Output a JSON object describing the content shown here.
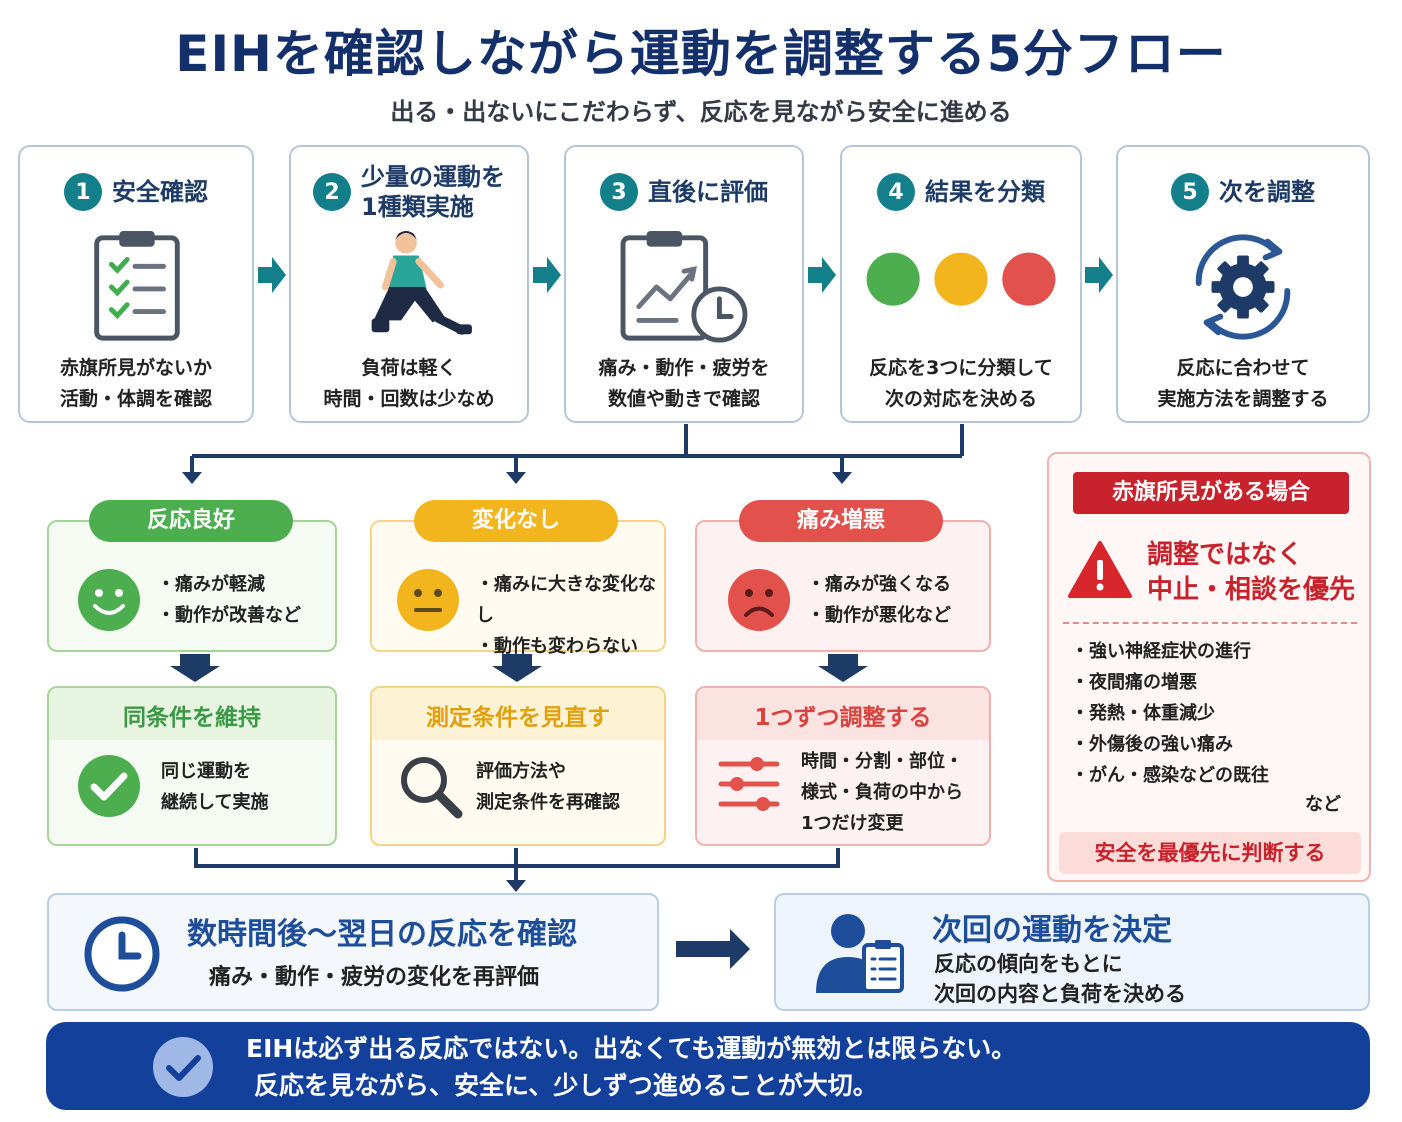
{
  "title": "EIHを確認しながら運動を調整する5分フロー",
  "subtitle": "出る・出ないにこだわらず、反応を見ながら安全に進める",
  "steps": [
    {
      "num": "1",
      "title": "安全確認",
      "desc1": "赤旗所見がないか",
      "desc2": "活動・体調を確認"
    },
    {
      "num": "2",
      "title1": "少量の運動を",
      "title2": "1種類実施",
      "desc1": "負荷は軽く",
      "desc2": "時間・回数は少なめ"
    },
    {
      "num": "3",
      "title": "直後に評価",
      "desc1": "痛み・動作・疲労を",
      "desc2": "数値や動きで確認"
    },
    {
      "num": "4",
      "title": "結果を分類",
      "desc1": "反応を3つに分類して",
      "desc2": "次の対応を決める"
    },
    {
      "num": "5",
      "title": "次を調整",
      "desc1": "反応に合わせて",
      "desc2": "実施方法を調整する"
    }
  ],
  "colors": {
    "green": "#4cae4f",
    "yellow": "#f2b51d",
    "red": "#e2514c",
    "navy": "#14306b",
    "teal": "#127f8a"
  },
  "outcomes": [
    {
      "label": "反応良好",
      "b1": "・痛みが軽減",
      "b2": "・動作が改善など",
      "face": "smile-icon",
      "action_title": "同条件を維持",
      "a1": "同じ運動を",
      "a2": "継続して実施",
      "action_icon": "check-circle-icon"
    },
    {
      "label": "変化なし",
      "b1": "・痛みに大きな変化なし",
      "b2": "・動作も変わらない",
      "face": "neutral-face-icon",
      "action_title": "測定条件を見直す",
      "a1": "評価方法や",
      "a2": "測定条件を再確認",
      "action_icon": "magnifier-icon"
    },
    {
      "label": "痛み増悪",
      "b1": "・痛みが強くなる",
      "b2": "・動作が悪化など",
      "face": "frown-icon",
      "action_title": "1つずつ調整する",
      "a1": "時間・分割・部位・",
      "a2": "様式・負荷の中から",
      "a3": "1つだけ変更",
      "action_icon": "sliders-icon"
    }
  ],
  "redflag": {
    "label": "赤旗所見がある場合",
    "heading1": "調整ではなく",
    "heading2": "中止・相談を優先",
    "items": [
      "・強い神経症状の進行",
      "・夜間痛の増悪",
      "・発熱・体重減少",
      "・外傷後の強い痛み",
      "・がん・感染などの既往"
    ],
    "etc": "など",
    "footer": "安全を最優先に判断する"
  },
  "followup": {
    "title": "数時間後〜翌日の反応を確認",
    "desc": "痛み・動作・疲労の変化を再評価"
  },
  "next": {
    "title": "次回の運動を決定",
    "desc1": "反応の傾向をもとに",
    "desc2": "次回の内容と負荷を決める"
  },
  "banner": {
    "line1": "EIHは必ず出る反応ではない。出なくても運動が無効とは限らない。",
    "line2": "反応を見ながら、安全に、少しずつ進めることが大切。"
  }
}
